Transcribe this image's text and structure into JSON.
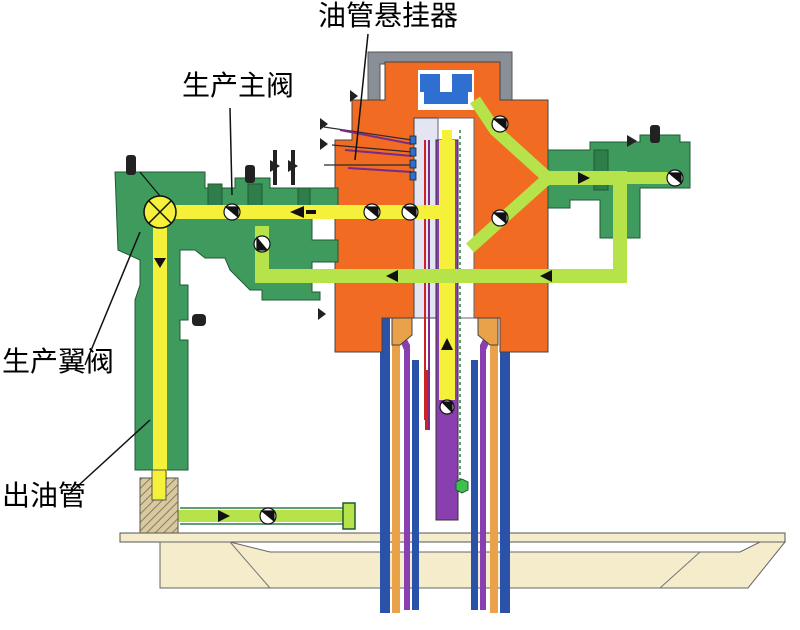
{
  "labels": {
    "tubing_hanger": "油管悬挂器",
    "master_valve": "生产主阀",
    "wing_valve": "生产翼阀",
    "outlet_pipe": "出油管"
  },
  "colors": {
    "body_orange": "#f26b22",
    "valve_green": "#3f9a5e",
    "dark_green": "#2f7d4a",
    "flow_yellow": "#f5f03a",
    "flow_lime": "#b6e24a",
    "casing_blue": "#2a52a8",
    "casing_orange": "#e9a24a",
    "tubing_purple": "#8a3fb0",
    "cap_gray": "#8a8f97",
    "cap_blue": "#2f6fd0",
    "base_beige": "#f4eccb",
    "red_line": "#cc2222",
    "tan_thread": "#d8c9a0"
  },
  "icons": [
    "flow-arrow-icon",
    "ball-valve-icon",
    "needle-valve-icon",
    "pressure-gauge-icon",
    "choke-icon",
    "end-cap-icon"
  ]
}
